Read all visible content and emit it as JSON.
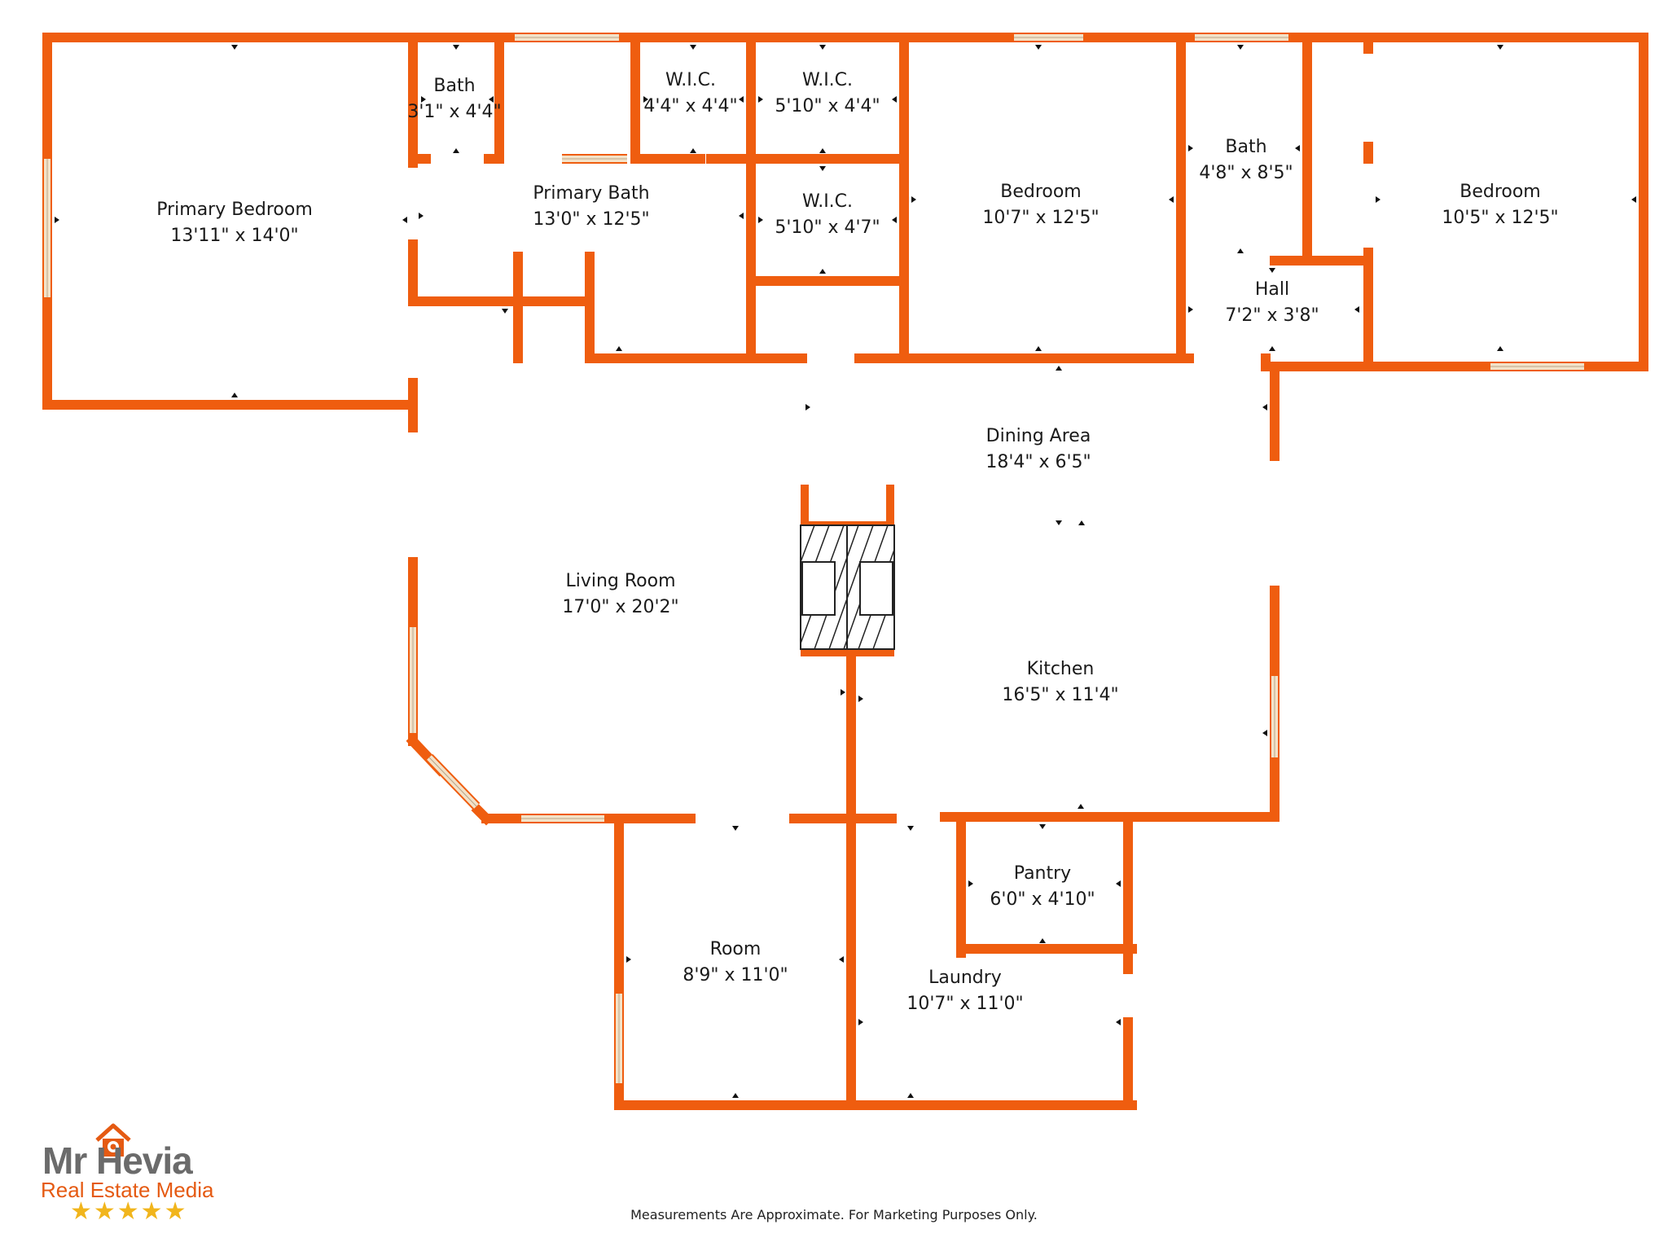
{
  "colors": {
    "wall": "#ef5d0f",
    "window": "#f3e2c8",
    "text": "#1a1a1a",
    "brand_orange": "#e55a12",
    "brand_gray": "#6b6b6b",
    "star": "#f1b51c"
  },
  "rooms": [
    {
      "name": "Primary Bedroom",
      "dims": "13'11\" x 14'0\""
    },
    {
      "name": "Bath",
      "dims": "3'1\" x 4'4\""
    },
    {
      "name": "W.I.C.",
      "dims": "4'4\" x 4'4\""
    },
    {
      "name": "W.I.C.",
      "dims": "5'10\" x 4'4\""
    },
    {
      "name": "Primary Bath",
      "dims": "13'0\" x 12'5\""
    },
    {
      "name": "W.I.C.",
      "dims": "5'10\" x 4'7\""
    },
    {
      "name": "Bedroom",
      "dims": "10'7\" x 12'5\""
    },
    {
      "name": "Bath",
      "dims": "4'8\" x 8'5\""
    },
    {
      "name": "Bedroom",
      "dims": "10'5\" x 12'5\""
    },
    {
      "name": "Hall",
      "dims": "7'2\" x 3'8\""
    },
    {
      "name": "Dining Area",
      "dims": "18'4\" x 6'5\""
    },
    {
      "name": "Living Room",
      "dims": "17'0\" x 20'2\""
    },
    {
      "name": "Kitchen",
      "dims": "16'5\" x 11'4\""
    },
    {
      "name": "Pantry",
      "dims": "6'0\" x 4'10\""
    },
    {
      "name": "Room",
      "dims": "8'9\" x 11'0\""
    },
    {
      "name": "Laundry",
      "dims": "10'7\" x 11'0\""
    }
  ],
  "disclaimer": "Measurements Are Approximate. For Marketing Purposes Only.",
  "logo": {
    "brand": "Mr Hevia",
    "tagline": "Real Estate Media",
    "stars": "★★★★★",
    "house_icon": "house-camera-icon"
  }
}
